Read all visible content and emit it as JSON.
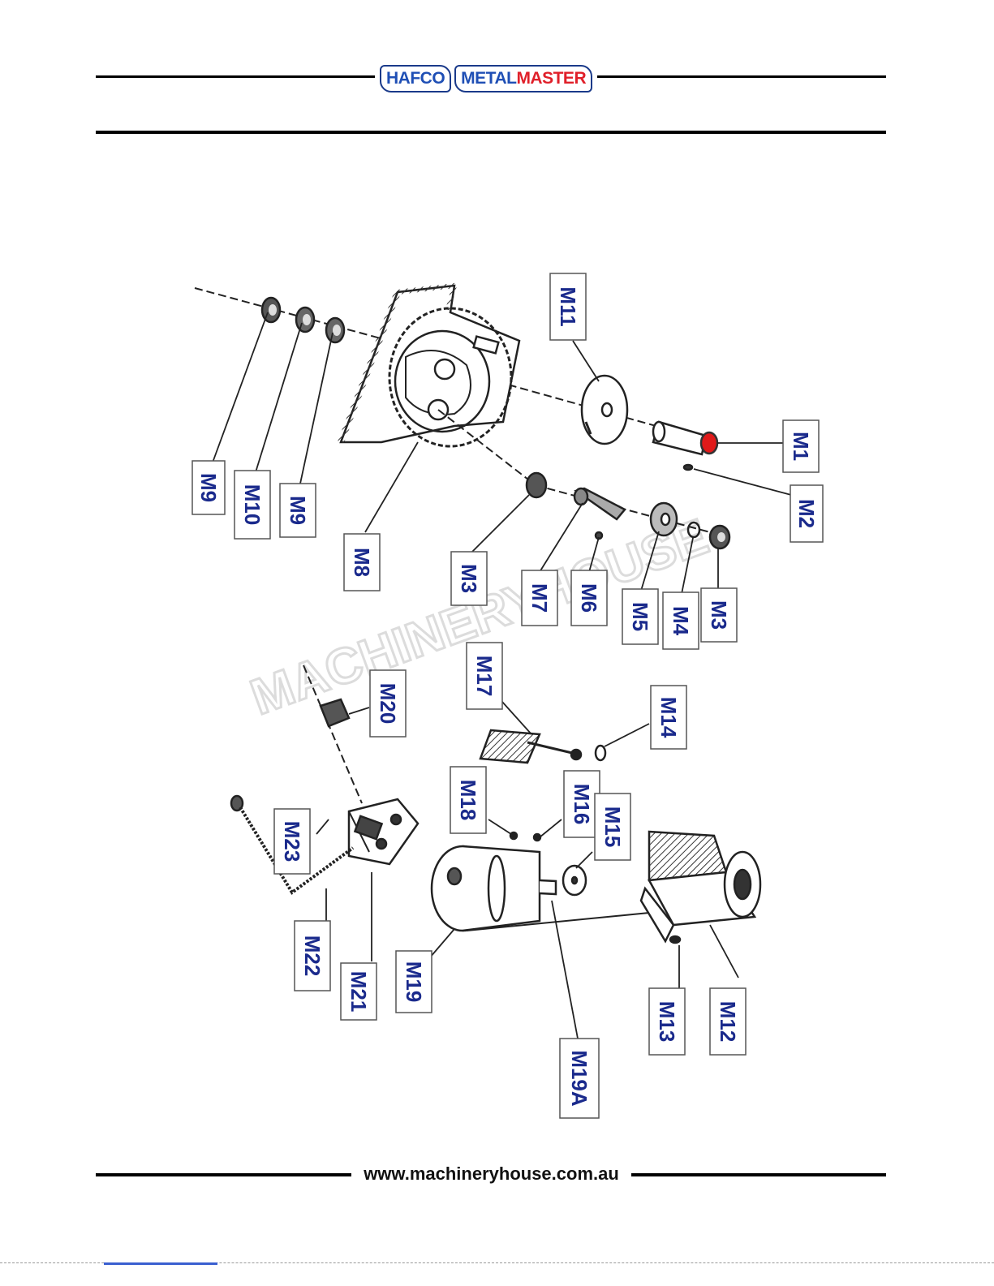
{
  "header": {
    "logo": {
      "brand1": "HAFCO",
      "brand2_part1": "METAL",
      "brand2_part2": "MASTER"
    }
  },
  "footer": {
    "url": "www.machineryhouse.com.au"
  },
  "watermark": {
    "text": "MACHINERYHOUSE"
  },
  "colors": {
    "brand_blue": "#1f4fb5",
    "brand_red": "#e0202a",
    "label_text": "#1a2a8c",
    "highlight_part": "#e01a1a"
  },
  "labels": [
    "M9",
    "M10",
    "M9",
    "M8",
    "M3",
    "M7",
    "M6",
    "M5",
    "M4",
    "M3",
    "M11",
    "M1",
    "M2",
    "M17",
    "M20",
    "M14",
    "M18",
    "M16",
    "M15",
    "M23",
    "M22",
    "M21",
    "M19",
    "M19A",
    "M13",
    "M12"
  ]
}
